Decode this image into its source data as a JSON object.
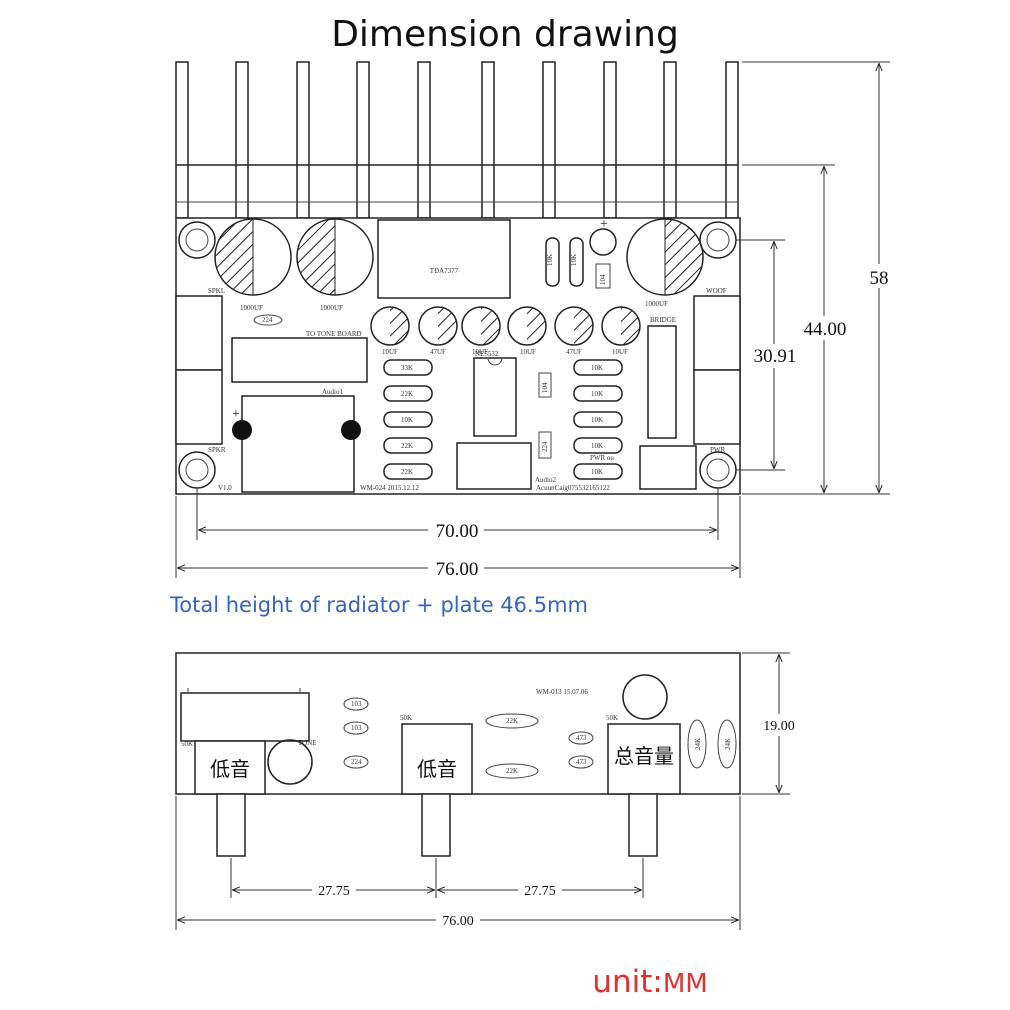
{
  "title": "Dimension drawing",
  "note": {
    "text": "Total height of radiator + plate 46.5mm",
    "color": "#3366bb"
  },
  "unit": {
    "prefix": "unit:",
    "value": "MM",
    "color": "#e03030"
  },
  "top_view": {
    "dimensions": {
      "total_height": "58",
      "board_height": "44.00",
      "hole_spacing_v": "30.91",
      "hole_spacing_h": "70.00",
      "board_width": "76.00"
    },
    "labels": {
      "chip": "TDA7377",
      "cap_left1": "1000UF",
      "cap_left2": "1000UF",
      "cap_right": "1000UF",
      "spkl": "SPKL",
      "spkr": "SPKR",
      "woof": "WOOF",
      "pwr": "PWR",
      "bridge": "BRIDGE",
      "tone_board": "TO TONE BOARD",
      "audio1": "Audio1",
      "audio2": "Audio2",
      "pwr_out": "PWR ou",
      "version": "V1.0",
      "model": "WM-024 2015.12.12",
      "contact": "AcuunCaig075532165122",
      "ne5532": "NE5532",
      "res": [
        "33K",
        "22K",
        "10K",
        "22K",
        "22K"
      ],
      "res_r": [
        "10K",
        "10K",
        "10K",
        "10K",
        "10K"
      ],
      "small_caps": [
        "10UF",
        "47UF",
        "10UF",
        "10UF",
        "47UF",
        "10UF"
      ],
      "cap224": "224",
      "r10k_a": "10K",
      "r10k_b": "10K",
      "c104": "104",
      "c104b": "104",
      "c224b": "224"
    }
  },
  "side_view": {
    "dimensions": {
      "height": "19.00",
      "knob_spacing_1": "27.75",
      "knob_spacing_2": "27.75",
      "width": "76.00"
    },
    "labels": {
      "model": "WM-013 15.07.06",
      "pot1": "低音",
      "pot2": "低音",
      "pot3": "总音量",
      "pot1_val": "50K",
      "pot2_val": "50K",
      "pot3_val": "50K",
      "tone": "TONE",
      "caps": [
        "103",
        "103",
        "224"
      ],
      "r22k_a": "22K",
      "r22k_b": "22K",
      "c473_a": "473",
      "c473_b": "473",
      "r24k_a": "24K",
      "r24k_b": "24K"
    }
  }
}
